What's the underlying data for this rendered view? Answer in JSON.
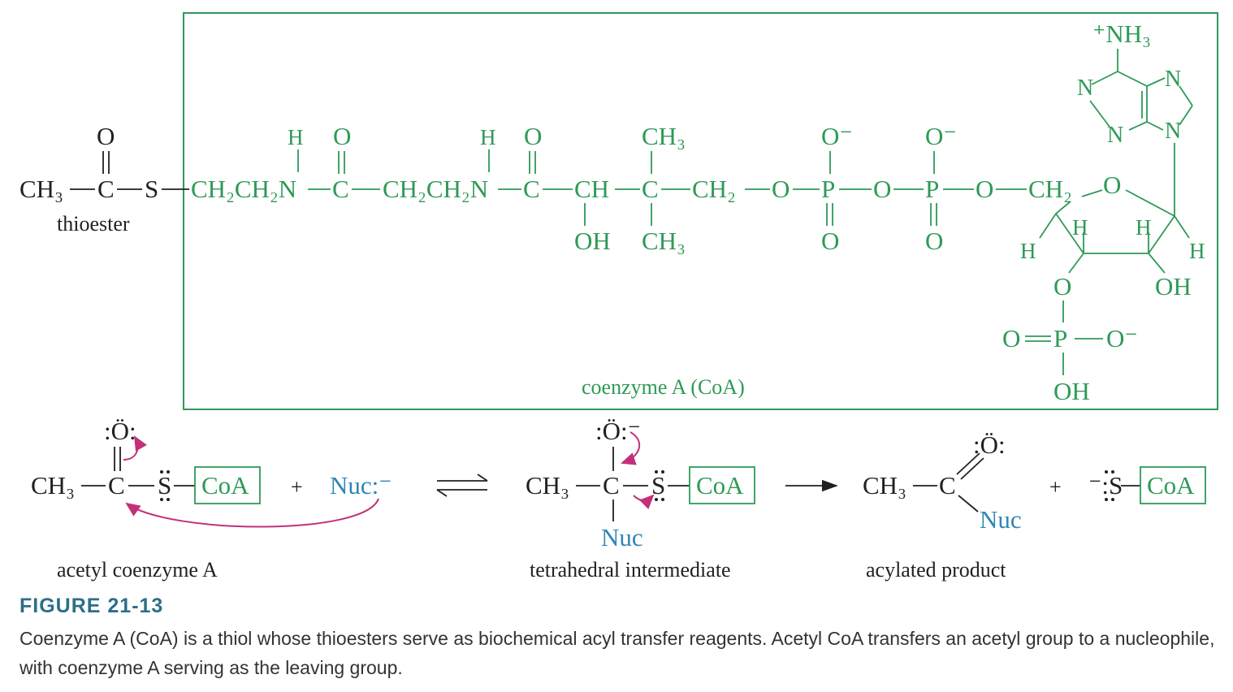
{
  "colors": {
    "coenzyme_green": "#2e9a57",
    "nucleophile_blue": "#2f86b5",
    "arrow_magenta": "#c2307a",
    "figure_label_teal": "#2d6e88",
    "text_black": "#231f20"
  },
  "top_structure": {
    "thioester_label": "thioester",
    "coa_box_label": "coenzyme A (CoA)",
    "atoms": {
      "O": "O",
      "C": "C",
      "S": "S",
      "N": "N",
      "H": "H",
      "P": "P",
      "CH": "CH",
      "OH": "OH",
      "O_minus": "O⁻",
      "CH3": "CH₃",
      "CH2": "CH₂",
      "CH2CH2N": "CH₂CH₂N",
      "NH3_plus": "⁺NH₃"
    }
  },
  "reaction": {
    "acetyl_coa_label": "acetyl coenzyme A",
    "tetrahedral_label": "tetrahedral intermediate",
    "acylated_label": "acylated product",
    "coa_box_text": "CoA",
    "nucleophile": "Nuc:⁻",
    "nuc": "Nuc",
    "plus": "+",
    "oxygen_lone_pairs": ":Ö:",
    "oxygen_anion": ":Ö:⁻",
    "sulfur": "S",
    "thiolate": "⁻:S"
  },
  "figure": {
    "label": "FIGURE 21-13",
    "caption": "Coenzyme A (CoA) is a thiol whose thioesters serve as biochemical acyl transfer reagents. Acetyl CoA transfers an acetyl group to a nucleophile, with coenzyme A serving as the leaving group."
  }
}
